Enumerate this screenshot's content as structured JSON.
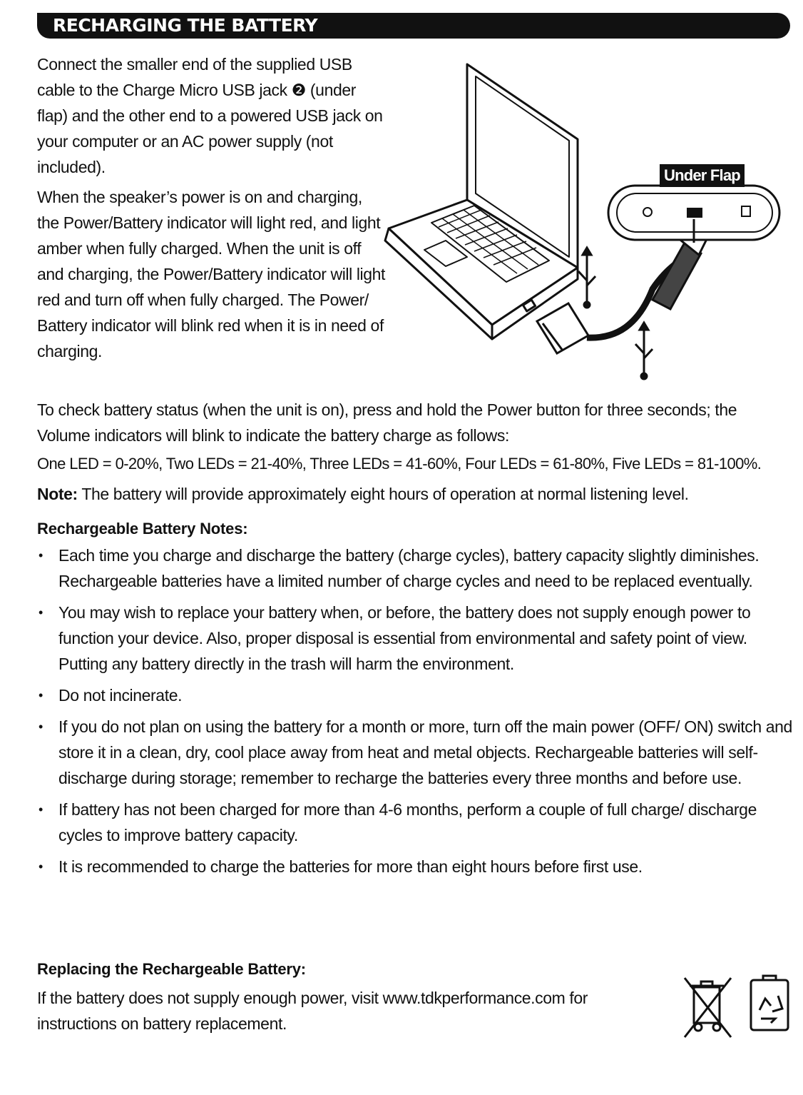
{
  "header": {
    "title": "RECHARGING THE BATTERY"
  },
  "intro": {
    "p1": "Connect the smaller end of the supplied USB cable to the Charge Micro USB jack ❷ (under flap) and the other end to a powered USB jack on your computer or an AC power supply (not included).",
    "p2": "When the speaker’s power is on and charging, the Power/Battery indicator will light red, and light amber when fully charged. When the unit is off and charging, the Power/Battery indicator will light red and turn off when fully charged. The Power/ Battery indicator will blink red when it is in need of charging."
  },
  "figure": {
    "under_flap_label": "Under Flap"
  },
  "status": {
    "p1": "To check battery status (when the unit is on), press and hold the Power button for three seconds; the Volume indicators will blink to indicate the battery charge as follows:",
    "p2": "One LED = 0-20%, Two LEDs = 21-40%, Three LEDs = 41-60%, Four LEDs = 61-80%, Five LEDs = 81-100%.",
    "note_label": "Note:",
    "note_text": " The battery will provide approximately eight hours of operation at normal listening level."
  },
  "notes": {
    "heading": "Rechargeable Battery Notes:",
    "items": [
      "Each time you charge and discharge the battery (charge cycles), battery capacity slightly diminishes. Rechargeable batteries have a limited number of charge cycles and need to be replaced eventually.",
      "You may wish to replace your battery when, or before, the battery does not supply enough power to function your device. Also, proper disposal is essential from environmental and safety point of view. Putting any battery directly in the trash will harm the environment.",
      "Do not incinerate.",
      "If you do not plan on using the battery for a month or more, turn off the main power (OFF/ ON) switch and store it in a clean, dry, cool place away from heat and metal objects. Rechargeable batteries will self-discharge during storage; remember to recharge the batteries every three months and before use.",
      "If battery has not been charged for more than 4-6 months, perform a couple of full charge/ discharge cycles to improve battery capacity.",
      "It is recommended to charge the batteries for more than eight hours before first use."
    ]
  },
  "replacing": {
    "heading": "Replacing the Rechargeable Battery:",
    "text": "If the battery does not supply enough power, visit www.tdkperformance.com for instructions on battery replacement."
  }
}
